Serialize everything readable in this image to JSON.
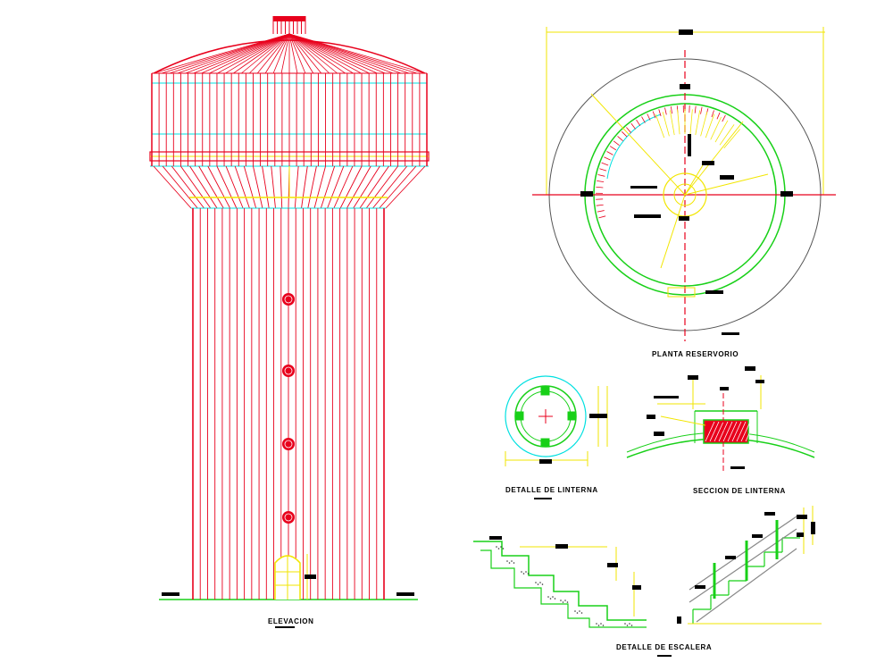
{
  "labels": {
    "elevacion": "ELEVACION",
    "planta_reservorio": "PLANTA RESERVORIO",
    "detalle_linterna": "DETALLE DE LINTERNA",
    "seccion_linterna": "SECCION DE LINTERNA",
    "detalle_escalera": "DETALLE DE ESCALERA"
  },
  "colors": {
    "outline": "#e8001c",
    "dimension": "#f2e600",
    "accent": "#00e0e0",
    "wall": "#18d018",
    "text": "#000000",
    "background": "#ffffff"
  }
}
